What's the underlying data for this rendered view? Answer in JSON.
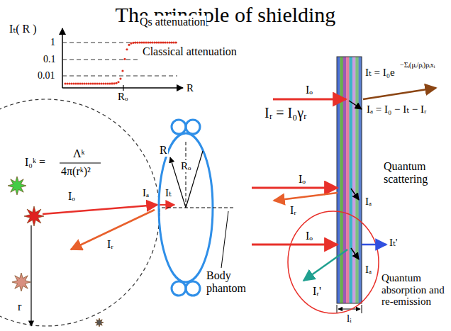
{
  "diagram": {
    "title": "The principle of shielding",
    "labels": [
      "Iₜ( R )",
      "Qs attenuation",
      "1",
      "0.1",
      "0.01",
      "Classical attenuation",
      "Rₒ",
      "R",
      "Iₒ",
      "Iₜ = I₀e",
      "−Σᵢ(μᵢ/ρᵢ)ρᵢxᵢ",
      "Iᵣ = I₀γᵣ",
      "Iₐ = I₀ − Iₜ − Iᵣ",
      "I₀ᵏ =",
      "Λᵏ",
      "4π(rᵏ)²",
      "R",
      "Rₒ",
      "Iₒ",
      "Iₜ",
      "Iₐ",
      "Iᵣ",
      "Iₒ",
      "Iᵣ",
      "Iₐ",
      "Quantum scattering",
      "Iₒ",
      "Iₜ'",
      "Iₐ",
      "Iᵣ'",
      "Quantum absorption and re-emission",
      "r",
      "Body phantom",
      "lᵢ"
    ]
  }
}
